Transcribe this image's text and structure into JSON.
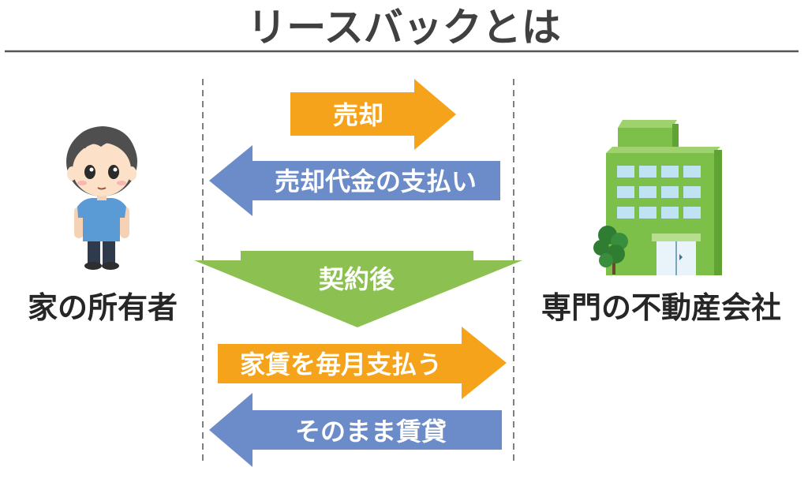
{
  "title": "リースバックとは",
  "parties": {
    "owner": "家の所有者",
    "company": "専門の不動産会社"
  },
  "arrows": {
    "sale": "売却",
    "payment": "売却代金の支払い",
    "after_contract": "契約後",
    "rent": "家賃を毎月支払う",
    "lease": "そのまま賃貸"
  },
  "colors": {
    "orange": "#f5a31a",
    "blue": "#6b8cc9",
    "green": "#8cc152",
    "building_green": "#7cc04a",
    "title": "#404040",
    "text": "#262626"
  },
  "icons": {
    "owner": "person-icon",
    "company": "office-building-icon",
    "tree": "tree-icon"
  }
}
